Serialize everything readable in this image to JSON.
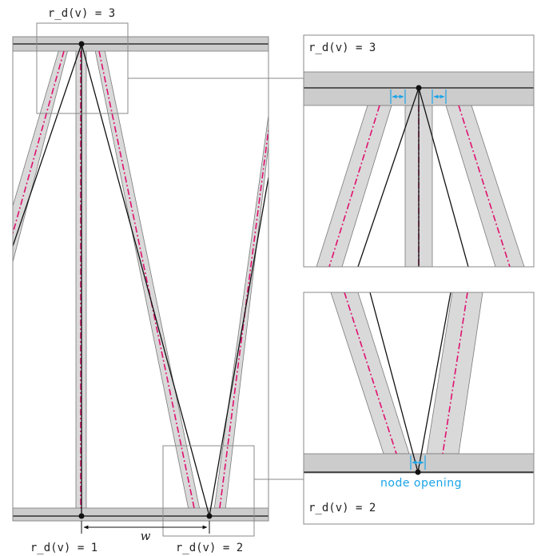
{
  "labels": {
    "main_top": "r_d(v) = 3",
    "main_bottom_left": "r_d(v) = 1",
    "main_bottom_right": "r_d(v) = 2",
    "width_symbol": "w",
    "inset_top": "r_d(v) = 3",
    "inset_bottom": "r_d(v) = 2",
    "node_opening": "node opening"
  },
  "colors": {
    "band_fill": "#cccccc",
    "band_stroke": "#7a7a7a",
    "edge_corridor_fill": "#d9d9d9",
    "centerline": "#e0106f",
    "edge_line": "#111111",
    "accent": "#1aa3e8",
    "frame": "#888888"
  }
}
